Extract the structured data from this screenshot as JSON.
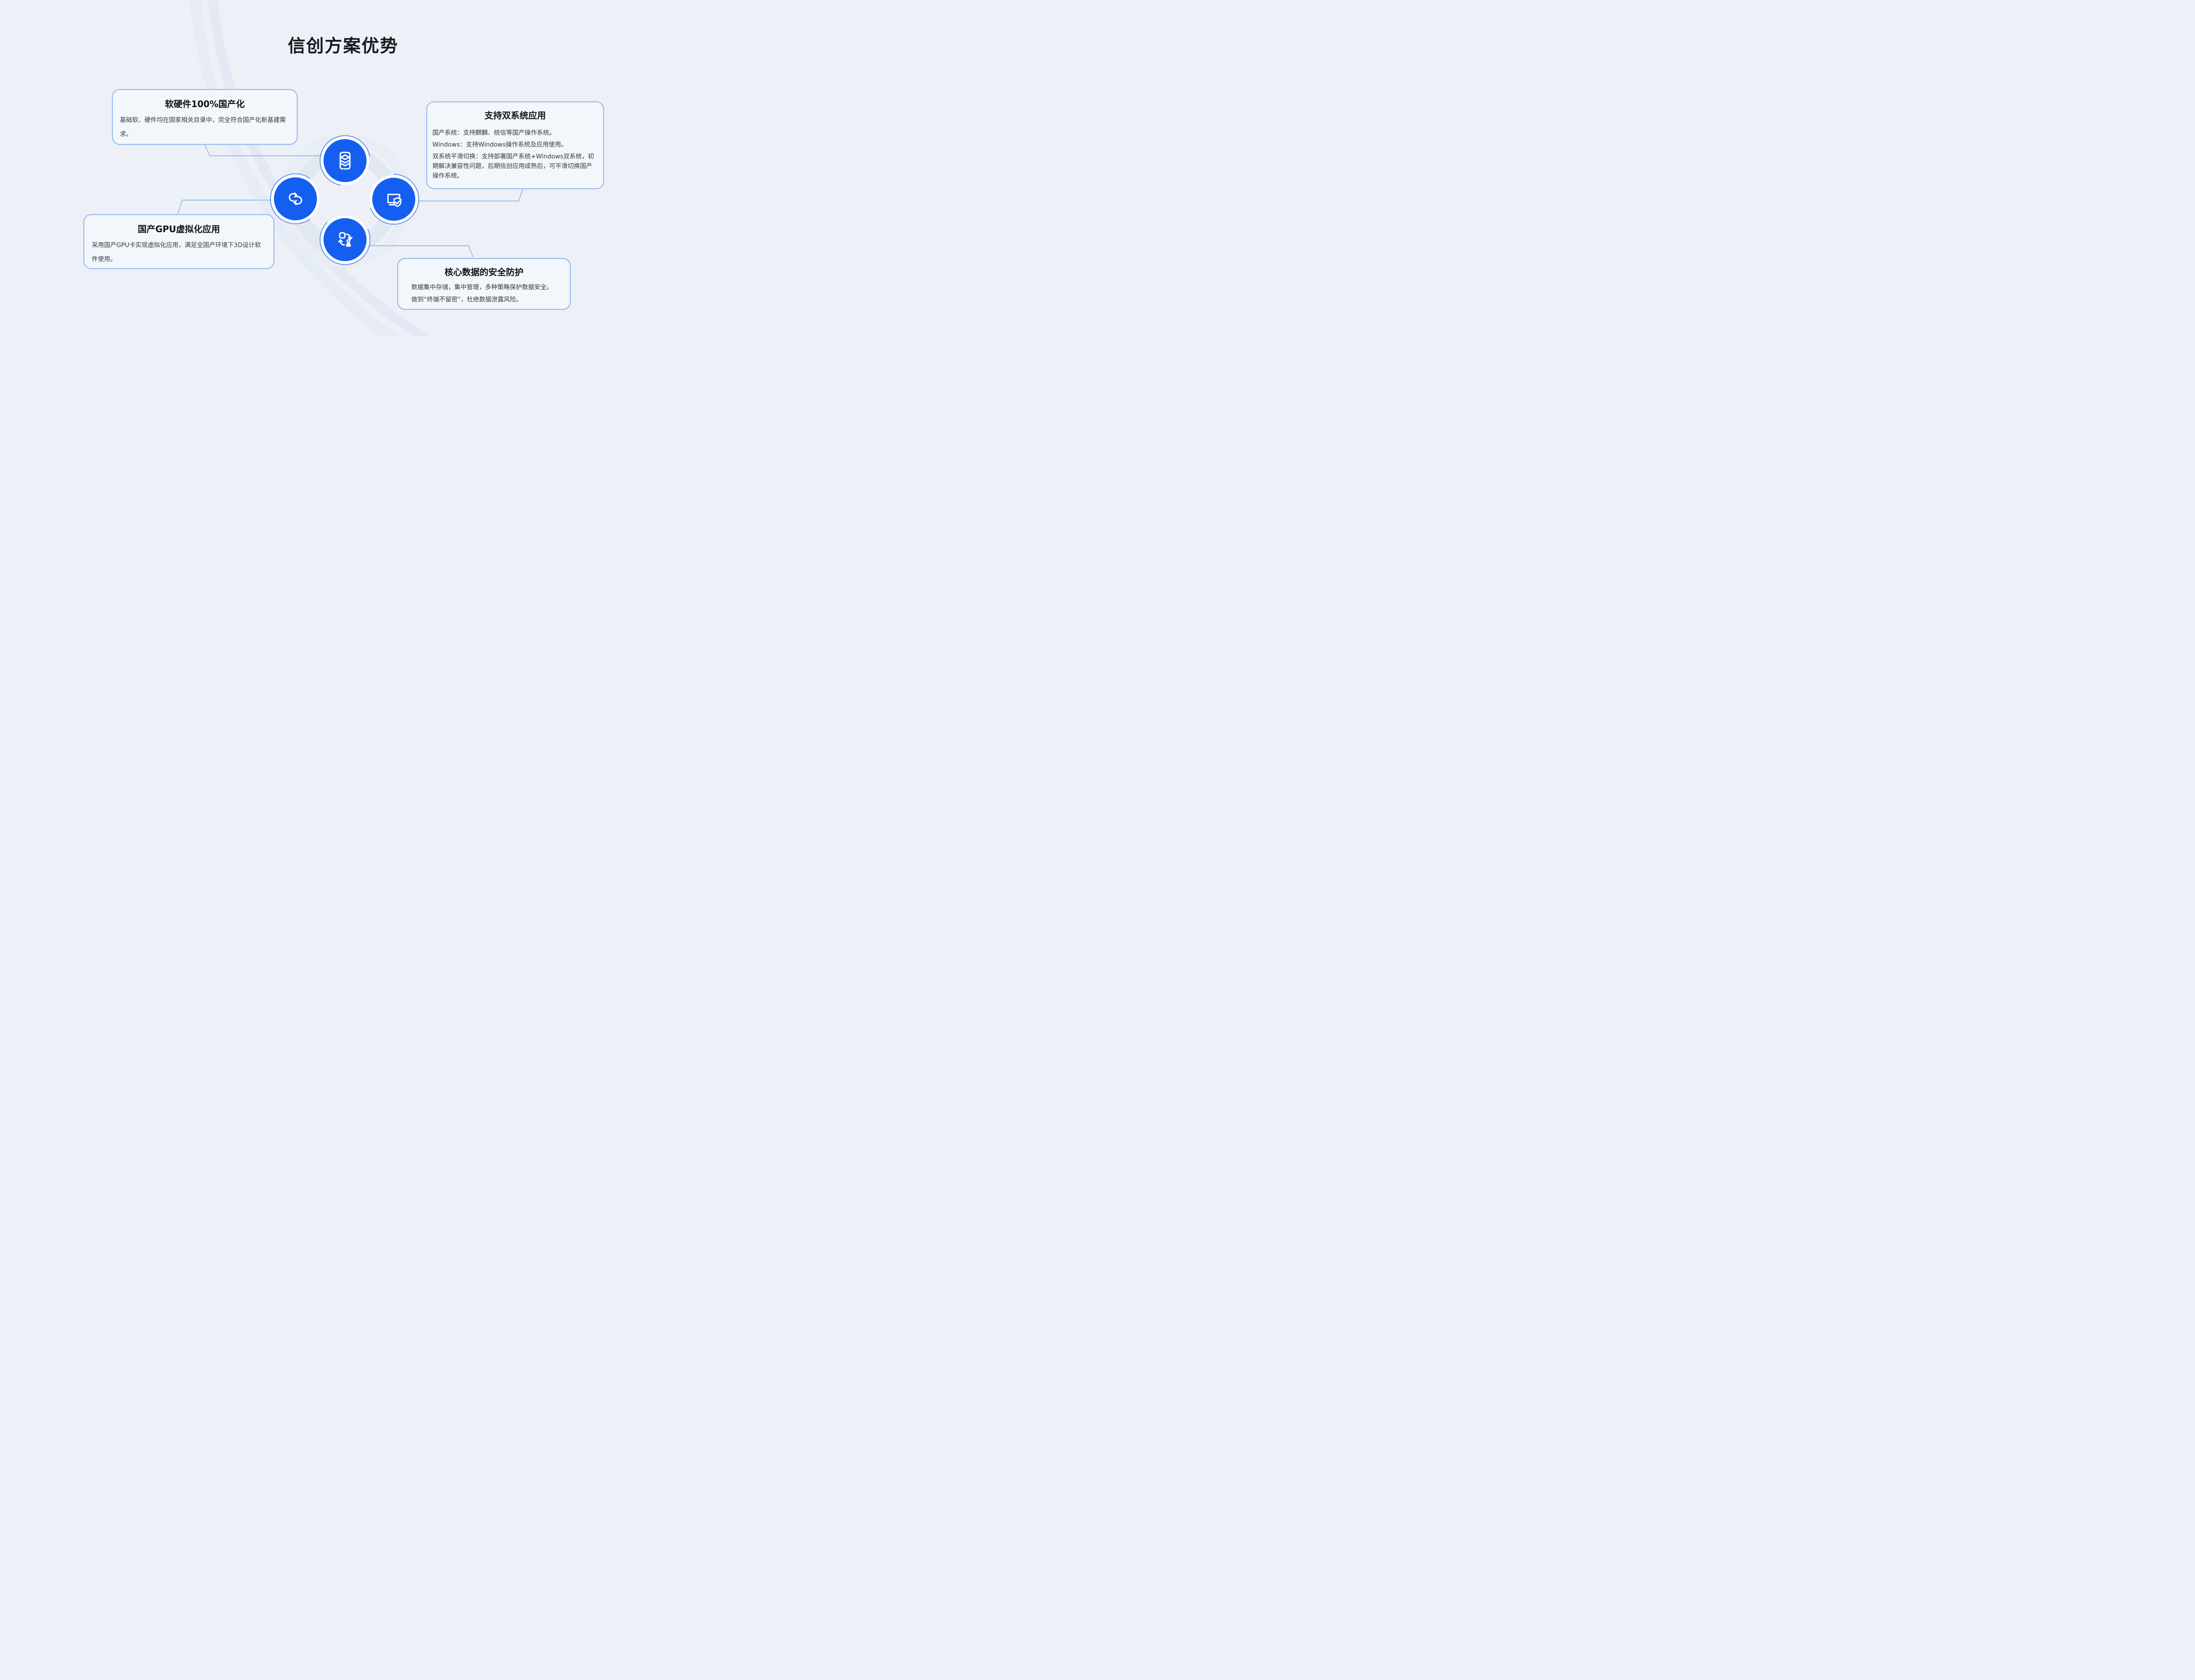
{
  "page": {
    "title": "信创方案优势",
    "background_color": "#edf0f6",
    "accent_blue": "#155ff0",
    "card_border_color": "#8fb6ed",
    "connector_color": "#9cc2f2"
  },
  "cards": [
    {
      "id": "hardware-localization",
      "title": "软硬件100%国产化",
      "body": [
        "基础软、硬件均在国家相关目录中，完全符合国产化新基建需求。"
      ]
    },
    {
      "id": "dual-system",
      "title": "支持双系统应用",
      "body": [
        "国产系统：支持麒麟、统信等国产操作系统。",
        "Windows：支持Windows操作系统及应用使用。",
        "双系统平滑切换：支持部署国产系统+Windows双系统，初期解决兼容性问题，后期信创应用成熟后，可平滑切换国产操作系统。"
      ]
    },
    {
      "id": "gpu-virtualization",
      "title": "国产GPU虚拟化应用",
      "body": [
        "采用国产GPU卡实现虚拟化应用，满足全国产环境下3D设计软件使用。"
      ]
    },
    {
      "id": "data-security",
      "title": "核心数据的安全防护",
      "body": [
        "数据集中存储，集中管理，多种策略保护数据安全。",
        "做到“终端不留密”，杜绝数据泄露风险。"
      ]
    }
  ],
  "icons": [
    "layers-server-icon",
    "sync-icon",
    "monitor-shield-icon",
    "user-swap-icon"
  ]
}
